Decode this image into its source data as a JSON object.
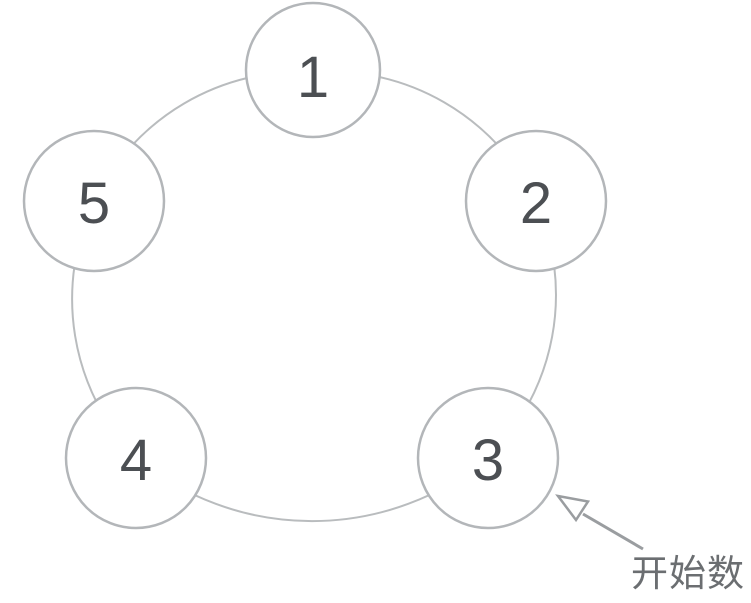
{
  "diagram": {
    "type": "circular-counting-diagram",
    "description": "Five numbered circles arranged on a ring, counted in order; an arrow marks the starting circle",
    "nodes": [
      {
        "label": "1"
      },
      {
        "label": "2"
      },
      {
        "label": "3"
      },
      {
        "label": "4"
      },
      {
        "label": "5"
      }
    ],
    "annotation": {
      "text": "开始数",
      "points_to_node": "3"
    },
    "colors": {
      "background": "#ffffff",
      "ring_stroke": "#b9bcbe",
      "node_stroke": "#b3b6b9",
      "node_fill": "#ffffff",
      "number_color": "#4c4f53",
      "arrow_color": "#9a9da0",
      "annotation_color": "#6b6e71"
    }
  }
}
